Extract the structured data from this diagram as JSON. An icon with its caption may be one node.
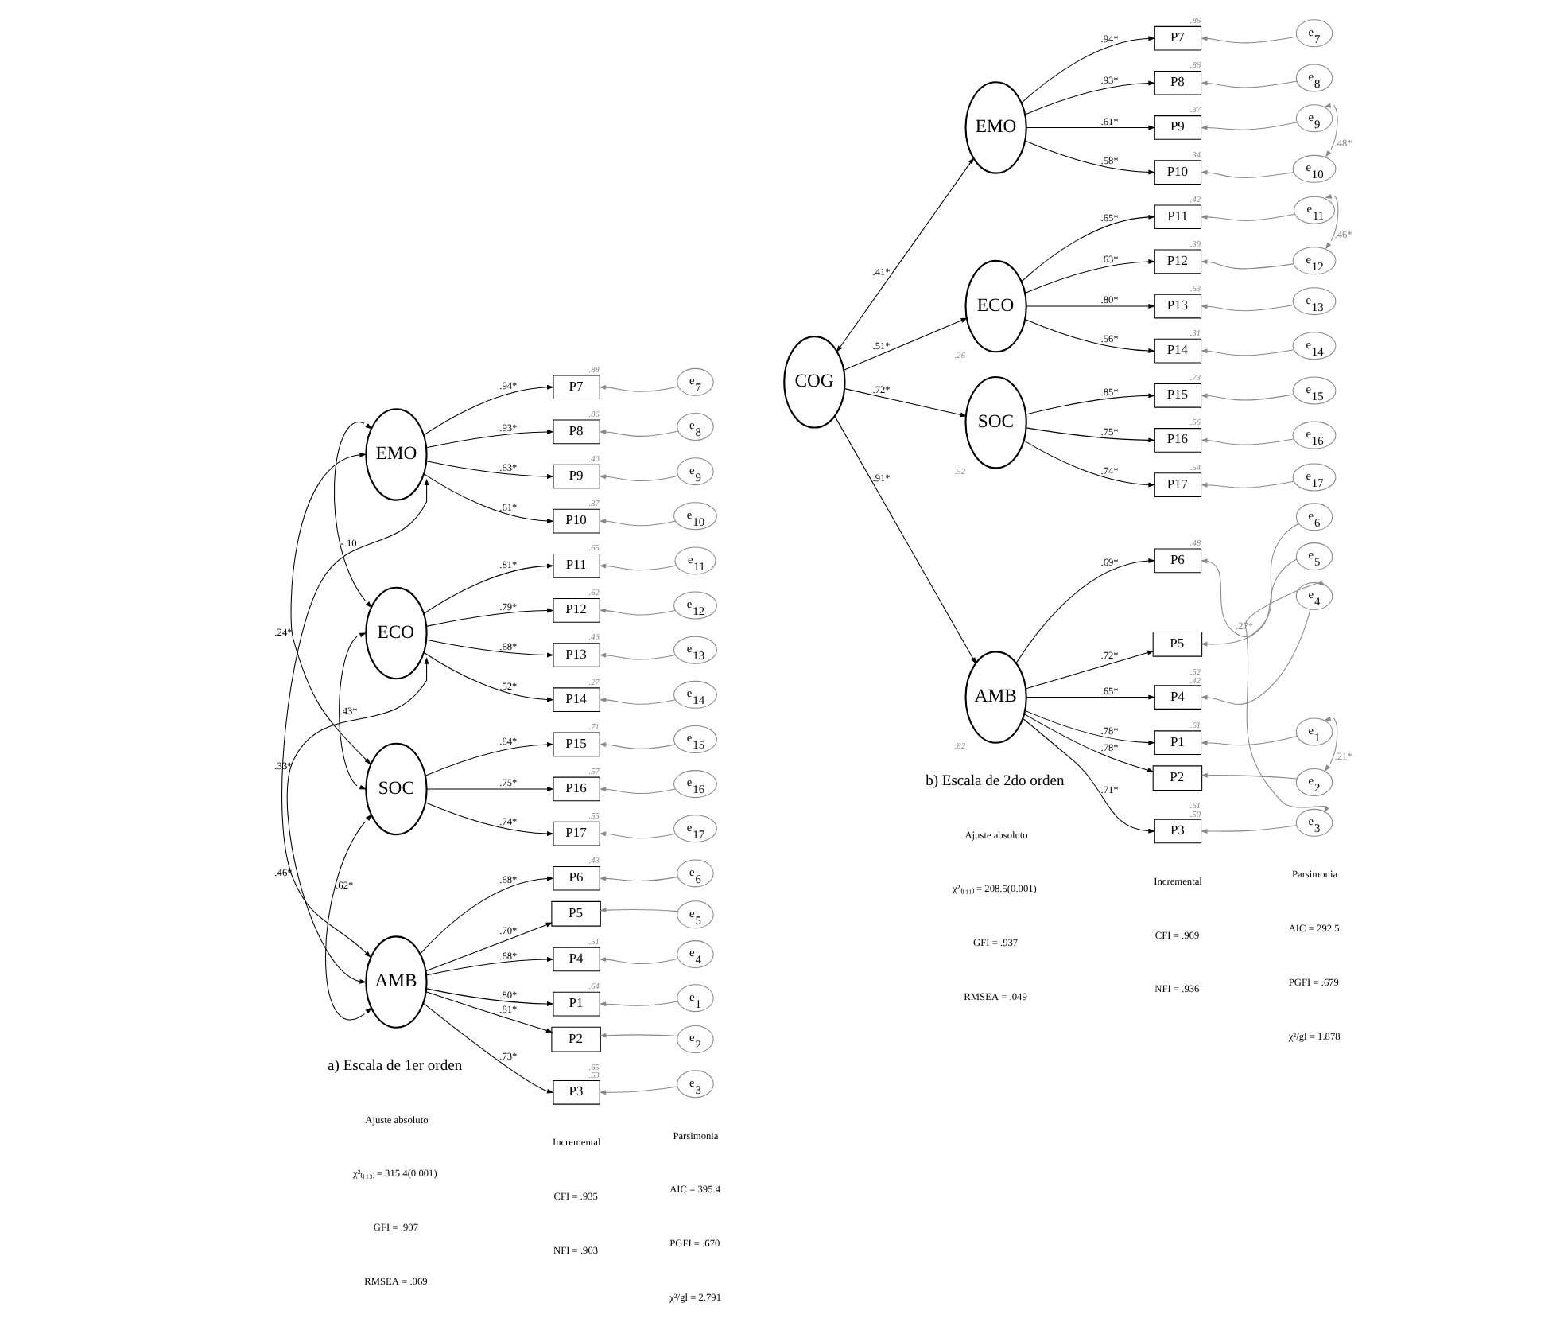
{
  "diagram": {
    "nodes": [
      {
        "text": [
          "EMO"
        ]
      },
      {
        "text": [
          "ECO"
        ]
      },
      {
        "text": [
          "SOC"
        ]
      },
      {
        "text": [
          "AMB"
        ]
      },
      {
        "text": [
          "P7"
        ],
        "beside": [
          ".88"
        ]
      },
      {
        "text": [
          "P8"
        ],
        "beside": [
          ".86"
        ]
      },
      {
        "text": [
          "P9"
        ],
        "beside": [
          ".40"
        ]
      },
      {
        "text": [
          "P10"
        ],
        "beside": [
          ".37"
        ]
      },
      {
        "text": [
          "P11"
        ],
        "beside": [
          ".65"
        ]
      },
      {
        "text": [
          "P12"
        ],
        "beside": [
          ".62"
        ]
      },
      {
        "text": [
          "P13"
        ],
        "beside": [
          ".46"
        ]
      },
      {
        "text": [
          "P14"
        ],
        "beside": [
          ".27"
        ]
      },
      {
        "text": [
          "P15"
        ],
        "beside": [
          ".71"
        ]
      },
      {
        "text": [
          "P16"
        ],
        "beside": [
          ".57"
        ]
      },
      {
        "text": [
          "P17"
        ],
        "beside": [
          ".55"
        ]
      },
      {
        "text": [
          "P6"
        ],
        "beside": [
          ".43"
        ]
      },
      {
        "text": [
          "P5"
        ]
      },
      {
        "text": [
          "P4"
        ],
        "beside": [
          ".51"
        ]
      },
      {
        "text": [
          "P1"
        ],
        "beside": [
          ".64"
        ]
      },
      {
        "text": [
          "P2"
        ]
      },
      {
        "text": [
          "P3"
        ],
        "beside": [
          ".65",
          ".53"
        ]
      },
      {
        "text": [
          "e$_{7}$"
        ]
      },
      {
        "text": [
          "e$_{8}$"
        ]
      },
      {
        "text": [
          "e$_{9}$"
        ]
      },
      {
        "text": [
          "e$_{10}$"
        ]
      },
      {
        "text": [
          "e$_{11}$"
        ]
      },
      {
        "text": [
          "e$_{12}$"
        ]
      },
      {
        "text": [
          "e$_{13}$"
        ]
      },
      {
        "text": [
          "e$_{14}$"
        ]
      },
      {
        "text": [
          "e$_{15}$"
        ]
      },
      {
        "text": [
          "e$_{16}$"
        ]
      },
      {
        "text": [
          "e$_{17}$"
        ]
      },
      {
        "text": [
          "e$_{6}$"
        ]
      },
      {
        "text": [
          "e$_{5}$"
        ]
      },
      {
        "text": [
          "e$_{4}$"
        ]
      },
      {
        "text": [
          "e$_{1}$"
        ]
      },
      {
        "text": [
          "e$_{2}$"
        ]
      },
      {
        "text": [
          "e$_{3}$"
        ]
      },
      {
        "text": [
          "EMO"
        ]
      },
      {
        "text": [
          "ECO"
        ],
        "beside": [
          ".26"
        ]
      },
      {
        "text": [
          "COG"
        ]
      },
      {
        "text": [
          "SOC"
        ],
        "beside": [
          ".52"
        ]
      },
      {
        "text": [
          "AMB"
        ],
        "beside": [
          ".82"
        ]
      },
      {
        "text": [
          "P7"
        ],
        "beside": [
          ".86"
        ]
      },
      {
        "text": [
          "P8"
        ],
        "beside": [
          ".86"
        ]
      },
      {
        "text": [
          "P9"
        ],
        "beside": [
          ".37"
        ]
      },
      {
        "text": [
          "P10"
        ],
        "beside": [
          ".34"
        ]
      },
      {
        "text": [
          "P11"
        ],
        "beside": [
          ".42"
        ]
      },
      {
        "text": [
          "P12"
        ],
        "beside": [
          ".39"
        ]
      },
      {
        "text": [
          "P13"
        ],
        "beside": [
          ".63"
        ]
      },
      {
        "text": [
          "P14"
        ],
        "beside": [
          ".31"
        ]
      },
      {
        "text": [
          "P15"
        ],
        "beside": [
          ".73"
        ]
      },
      {
        "text": [
          "P16"
        ],
        "beside": [
          ".56"
        ]
      },
      {
        "text": [
          "P17"
        ],
        "beside": [
          ".54"
        ]
      },
      {
        "text": [
          "P6"
        ],
        "beside": [
          ".48"
        ]
      },
      {
        "text": [
          "P5"
        ]
      },
      {
        "text": [
          "P4"
        ],
        "beside": [
          ".52",
          ".42"
        ]
      },
      {
        "text": [
          "P1"
        ],
        "beside": [
          ".61"
        ]
      },
      {
        "text": [
          "P2"
        ]
      },
      {
        "text": [
          "P3"
        ],
        "beside": [
          ".61",
          ".50"
        ]
      },
      {
        "text": [
          "e$_{7}$"
        ]
      },
      {
        "text": [
          "e$_{8}$"
        ]
      },
      {
        "text": [
          "e$_{9}$"
        ]
      },
      {
        "text": [
          "e$_{10}$"
        ]
      },
      {
        "text": [
          "e$_{11}$"
        ]
      },
      {
        "text": [
          "e$_{12}$"
        ]
      },
      {
        "text": [
          "e$_{13}$"
        ]
      },
      {
        "text": [
          "e$_{14}$"
        ]
      },
      {
        "text": [
          "e$_{15}$"
        ]
      },
      {
        "text": [
          "e$_{16}$"
        ]
      },
      {
        "text": [
          "e$_{17}$"
        ]
      },
      {
        "text": [
          "e$_{6}$"
        ]
      },
      {
        "text": [
          "e$_{5}$"
        ]
      },
      {
        "text": [
          "e$_{4}$"
        ]
      },
      {
        "text": [
          "e$_{1}$"
        ]
      },
      {
        "text": [
          "e$_{2}$"
        ]
      },
      {
        "text": [
          "e$_{3}$"
        ]
      }
    ],
    "edges": [
      {
        "from": 0,
        "to": 4,
        "arrow": "to",
        "label": ".94*"
      },
      {
        "from": 0,
        "to": 5,
        "arrow": "to",
        "label": ".93*"
      },
      {
        "from": 0,
        "to": 6,
        "arrow": "to",
        "label": ".63*"
      },
      {
        "from": 0,
        "to": 7,
        "arrow": "to",
        "label": ".61*"
      },
      {
        "from": 1,
        "to": 8,
        "arrow": "to",
        "label": ".81*"
      },
      {
        "from": 1,
        "to": 9,
        "arrow": "to",
        "label": ".79*"
      },
      {
        "from": 1,
        "to": 10,
        "arrow": "to",
        "label": ".68*"
      },
      {
        "from": 1,
        "to": 11,
        "arrow": "to",
        "label": ".52*"
      },
      {
        "from": 2,
        "to": 12,
        "arrow": "to",
        "label": ".84*"
      },
      {
        "from": 2,
        "to": 13,
        "arrow": "to",
        "label": ".75*"
      },
      {
        "from": 2,
        "to": 14,
        "arrow": "to",
        "label": ".74*"
      },
      {
        "from": 3,
        "to": 15,
        "arrow": "to",
        "label": ".68*"
      },
      {
        "from": 3,
        "to": 16,
        "arrow": "to",
        "label": ".70*"
      },
      {
        "from": 3,
        "to": 17,
        "arrow": "to",
        "label": ".68*"
      },
      {
        "from": 3,
        "to": 18,
        "arrow": "to",
        "label": ".80*"
      },
      {
        "from": 3,
        "to": 19,
        "arrow": "to",
        "label": ".81*"
      },
      {
        "from": 3,
        "to": 20,
        "arrow": "to",
        "label": ".73*"
      },
      {
        "from": 21,
        "to": 4,
        "arrow": "to",
        "color": "#888888"
      },
      {
        "from": 22,
        "to": 5,
        "arrow": "to",
        "color": "#888888"
      },
      {
        "from": 23,
        "to": 6,
        "arrow": "to",
        "color": "#888888"
      },
      {
        "from": 24,
        "to": 7,
        "arrow": "to",
        "color": "#888888"
      },
      {
        "from": 25,
        "to": 8,
        "arrow": "to",
        "color": "#888888"
      },
      {
        "from": 26,
        "to": 9,
        "arrow": "to",
        "color": "#888888"
      },
      {
        "from": 27,
        "to": 10,
        "arrow": "to",
        "color": "#888888"
      },
      {
        "from": 28,
        "to": 11,
        "arrow": "to",
        "color": "#888888"
      },
      {
        "from": 29,
        "to": 12,
        "arrow": "to",
        "color": "#888888"
      },
      {
        "from": 30,
        "to": 13,
        "arrow": "to",
        "color": "#888888"
      },
      {
        "from": 31,
        "to": 14,
        "arrow": "to",
        "color": "#888888"
      },
      {
        "from": 32,
        "to": 15,
        "arrow": "to",
        "color": "#888888"
      },
      {
        "from": 33,
        "to": 16,
        "arrow": "to",
        "color": "#888888"
      },
      {
        "from": 34,
        "to": 17,
        "arrow": "to",
        "color": "#888888"
      },
      {
        "from": 35,
        "to": 18,
        "arrow": "to",
        "color": "#888888"
      },
      {
        "from": 36,
        "to": 19,
        "arrow": "to",
        "color": "#888888"
      },
      {
        "from": 37,
        "to": 20,
        "arrow": "to",
        "color": "#888888"
      },
      {
        "from": 0,
        "to": 1,
        "arrow": "both",
        "label": "-.10"
      },
      {
        "from": 0,
        "to": 2,
        "arrow": "both",
        "label": ".24*"
      },
      {
        "from": 0,
        "to": 3,
        "arrow": "both",
        "label": ".46*"
      },
      {
        "from": 1,
        "to": 2,
        "arrow": "both",
        "label": ".43*"
      },
      {
        "from": 1,
        "to": 3,
        "arrow": "both",
        "label": ".33*"
      },
      {
        "from": 2,
        "to": 3,
        "arrow": "both",
        "label": ".62*"
      },
      {
        "from": 40,
        "to": 38,
        "arrow": "both",
        "label": ".41*"
      },
      {
        "from": 40,
        "to": 39,
        "arrow": "to",
        "label": ".51*"
      },
      {
        "from": 40,
        "to": 41,
        "arrow": "to",
        "label": ".72*"
      },
      {
        "from": 40,
        "to": 42,
        "arrow": "to",
        "label": ".91*"
      },
      {
        "from": 38,
        "to": 43,
        "arrow": "to",
        "label": ".94*"
      },
      {
        "from": 38,
        "to": 44,
        "arrow": "to",
        "label": ".93*"
      },
      {
        "from": 38,
        "to": 45,
        "arrow": "to",
        "label": ".61*"
      },
      {
        "from": 38,
        "to": 46,
        "arrow": "to",
        "label": ".58*"
      },
      {
        "from": 39,
        "to": 47,
        "arrow": "to",
        "label": ".65*"
      },
      {
        "from": 39,
        "to": 48,
        "arrow": "to",
        "label": ".63*"
      },
      {
        "from": 39,
        "to": 49,
        "arrow": "to",
        "label": ".80*"
      },
      {
        "from": 39,
        "to": 50,
        "arrow": "to",
        "label": ".56*"
      },
      {
        "from": 41,
        "to": 51,
        "arrow": "to",
        "label": ".85*"
      },
      {
        "from": 41,
        "to": 52,
        "arrow": "to",
        "label": ".75*"
      },
      {
        "from": 41,
        "to": 53,
        "arrow": "to",
        "label": ".74*"
      },
      {
        "from": 42,
        "to": 54,
        "arrow": "to",
        "label": ".69*"
      },
      {
        "from": 42,
        "to": 55,
        "arrow": "to",
        "label": ".72*"
      },
      {
        "from": 42,
        "to": 56,
        "arrow": "to",
        "label": ".65*"
      },
      {
        "from": 42,
        "to": 57,
        "arrow": "to",
        "label": ".78*"
      },
      {
        "from": 42,
        "to": 58,
        "arrow": "to",
        "label": ".78*"
      },
      {
        "from": 42,
        "to": 59,
        "arrow": "to",
        "label": ".71*"
      },
      {
        "from": 60,
        "to": 43,
        "arrow": "to",
        "color": "#888888"
      },
      {
        "from": 61,
        "to": 44,
        "arrow": "to",
        "color": "#888888"
      },
      {
        "from": 62,
        "to": 45,
        "arrow": "to",
        "color": "#888888"
      },
      {
        "from": 63,
        "to": 46,
        "arrow": "to",
        "color": "#888888"
      },
      {
        "from": 64,
        "to": 47,
        "arrow": "to",
        "color": "#888888"
      },
      {
        "from": 65,
        "to": 48,
        "arrow": "to",
        "color": "#888888"
      },
      {
        "from": 66,
        "to": 49,
        "arrow": "to",
        "color": "#888888"
      },
      {
        "from": 67,
        "to": 50,
        "arrow": "to",
        "color": "#888888"
      },
      {
        "from": 68,
        "to": 51,
        "arrow": "to",
        "color": "#888888"
      },
      {
        "from": 69,
        "to": 52,
        "arrow": "to",
        "color": "#888888"
      },
      {
        "from": 70,
        "to": 53,
        "arrow": "to",
        "color": "#888888"
      },
      {
        "from": 71,
        "to": 54,
        "arrow": "to",
        "color": "#888888"
      },
      {
        "from": 72,
        "to": 55,
        "arrow": "to",
        "color": "#888888"
      },
      {
        "from": 73,
        "to": 56,
        "arrow": "to",
        "color": "#888888"
      },
      {
        "from": 74,
        "to": 57,
        "arrow": "to",
        "color": "#888888"
      },
      {
        "from": 75,
        "to": 58,
        "arrow": "to",
        "color": "#888888"
      },
      {
        "from": 76,
        "to": 59,
        "arrow": "to",
        "color": "#888888"
      },
      {
        "from": 62,
        "to": 63,
        "arrow": "both",
        "label": ".48*",
        "color": "#888888"
      },
      {
        "from": 64,
        "to": 65,
        "arrow": "both",
        "label": ".46*",
        "color": "#888888"
      },
      {
        "from": 73,
        "to": 76,
        "arrow": "both",
        "label": ".27*",
        "color": "#888888"
      },
      {
        "from": 74,
        "to": 75,
        "arrow": "both",
        "label": ".21*",
        "color": "#888888"
      }
    ],
    "labels": [
      "a) Escala de 1er orden",
      "Ajuste absoluto",
      "χ²₍₁₁₃₎ = 315.4(0.001)",
      "GFI = .907",
      "RMSEA = .069",
      "Incremental",
      "CFI = .935",
      "NFI = .903",
      "Parsimonia",
      "AIC = 395.4",
      "PGFI = .670",
      "χ²/gl = 2.791",
      "b) Escala de 2do orden",
      "Ajuste absoluto",
      "χ²₍₁₁₁₎ = 208.5(0.001)",
      "GFI = .937",
      "RMSEA = .049",
      "Incremental",
      "CFI = .969",
      "NFI = .936",
      "Parsimonia",
      "AIC = 292.5",
      "PGFI = .679",
      "χ²/gl = 1.878"
    ]
  }
}
